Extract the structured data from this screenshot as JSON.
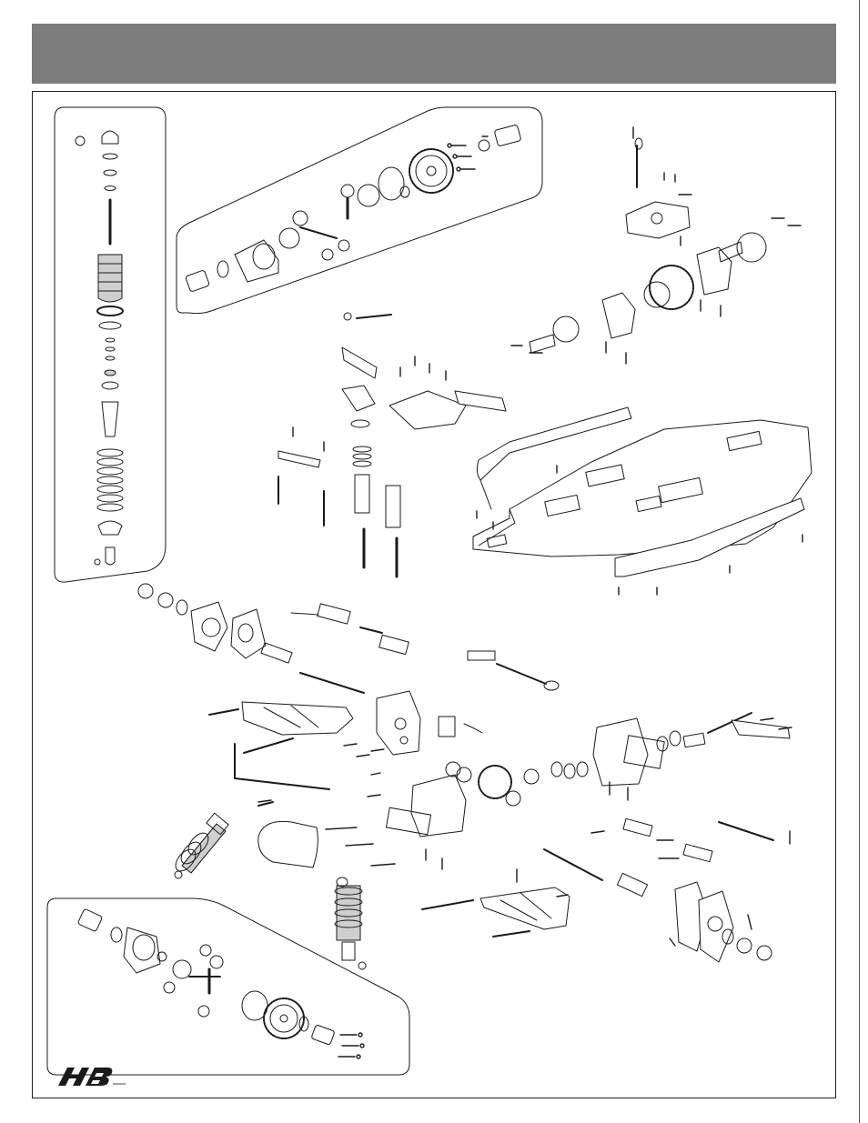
{
  "header": {
    "title": ""
  },
  "colors": {
    "header_bg": "#7c7c7c",
    "line": "#1a1a1a",
    "part_fill": "#ffffff",
    "shade": "#cfcfcf"
  },
  "logo": {
    "name": "HB-logo"
  },
  "callouts": [
    {
      "name": "callout-shock-assembly",
      "shape": "rounded-panel"
    },
    {
      "name": "callout-center-diff",
      "shape": "rounded-panel"
    },
    {
      "name": "callout-rear-diff",
      "shape": "rounded-panel"
    }
  ]
}
